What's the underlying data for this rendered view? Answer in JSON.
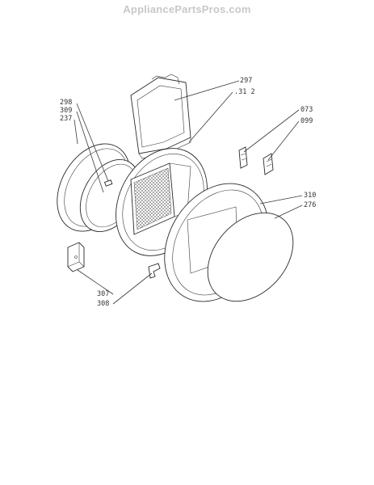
{
  "watermark": "AppliancePartsPros.com",
  "labels": {
    "l297": "297",
    "l312": ".31 2",
    "l298": "298",
    "l309": "309",
    "l237": "237",
    "l073": "073",
    "l099": "099",
    "l310": "310",
    "l276": "276",
    "l307": "307",
    "l308": "308"
  }
}
